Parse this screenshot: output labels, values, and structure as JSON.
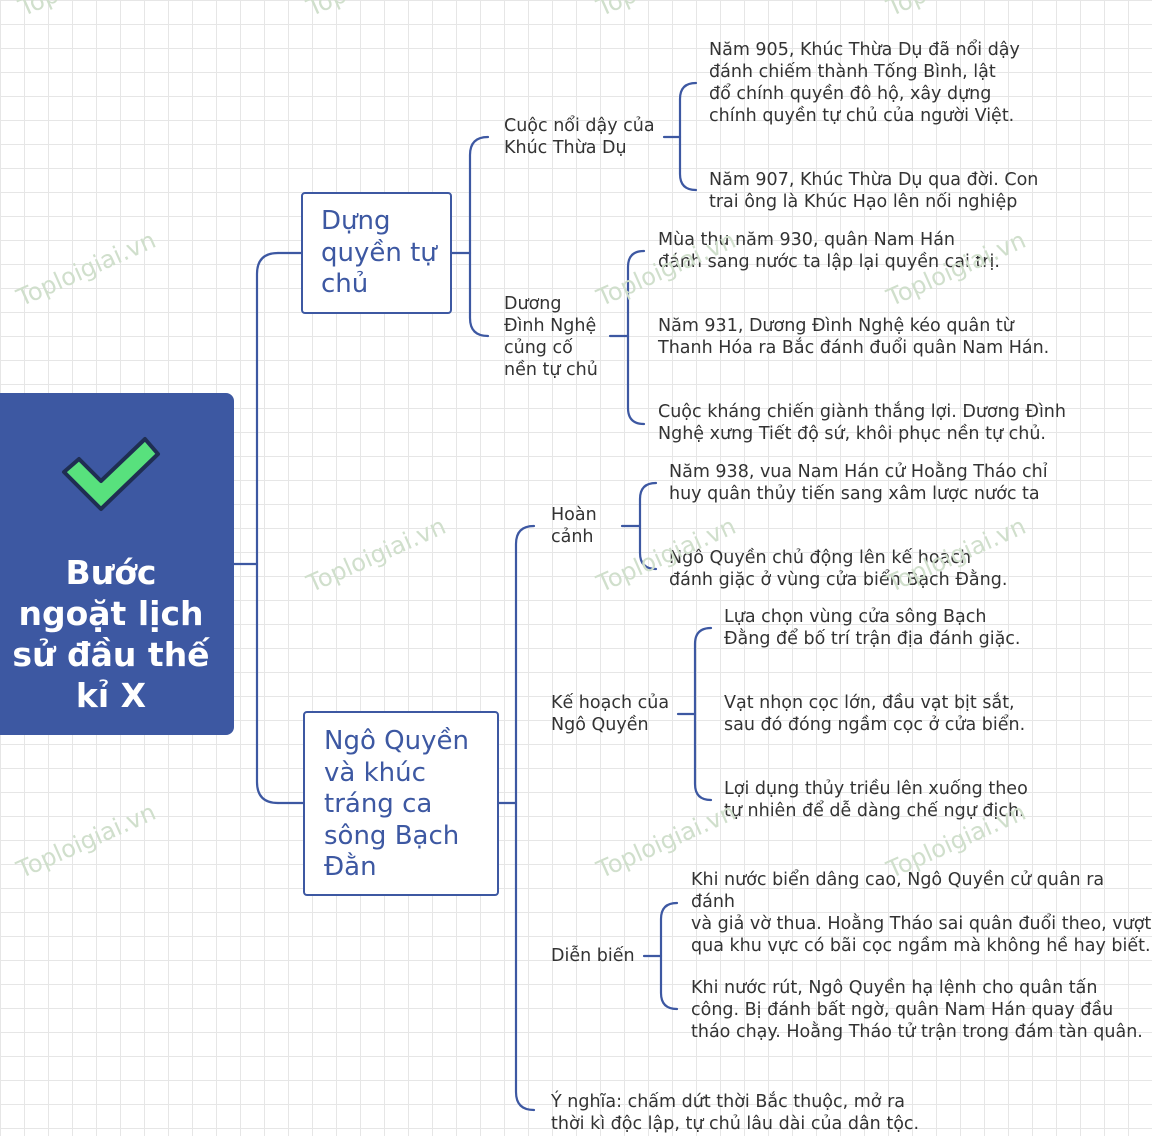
{
  "root": {
    "title": "Bước\nngoặt lịch\nsử đầu thế\nkỉ X",
    "icon": "check-icon"
  },
  "colors": {
    "accent": "#3d58a2",
    "check": "#58e17d",
    "text": "#333333"
  },
  "branches": [
    {
      "title": "Dựng\nquyền tự\nchủ",
      "topics": [
        {
          "label": "Cuộc nổi dậy của\nKhúc Thừa Dụ",
          "details": [
            "Năm 905, Khúc Thừa Dụ đã nổi dậy\nđánh chiếm thành Tống Bình, lật\nđổ chính quyền đô hộ, xây dựng\nchính quyền tự chủ của người Việt.",
            "Năm 907, Khúc Thừa Dụ qua đời. Con\ntrai ông là Khúc Hạo lên nối nghiệp"
          ]
        },
        {
          "label": "Dương\nĐình Nghệ\ncủng cố\nnền tự chủ",
          "details": [
            "Mùa thu năm 930, quân Nam Hán\nđánh sang nước ta lập lại quyền cai trị.",
            "Năm 931, Dương Đình Nghệ kéo quân từ\nThanh Hóa ra Bắc đánh đuổi quân Nam Hán.",
            "Cuộc kháng chiến giành thắng lợi. Dương Đình\nNghệ xưng Tiết độ sứ, khôi phục nền tự chủ."
          ]
        }
      ]
    },
    {
      "title": "Ngô Quyền\nvà khúc\ntráng ca\nsông Bạch\nĐằn",
      "topics": [
        {
          "label": " Hoàn\ncảnh",
          "details": [
            "Năm 938, vua Nam Hán cử Hoằng Tháo chỉ\nhuy quân thủy tiến sang xâm lược nước ta",
            "Ngô Quyền chủ động lên kế hoạch\nđánh giặc ở vùng cửa biển Bạch Đằng."
          ]
        },
        {
          "label": "Kế hoạch của\nNgô Quyền",
          "details": [
            " Lựa chọn vùng cửa sông Bạch\nĐằng để bố trí trận địa đánh giặc.",
            "Vạt nhọn cọc lớn, đầu vạt bịt sắt,\nsau đó đóng ngầm cọc ở cửa biển.",
            "Lợi dụng thủy triều lên xuống theo\ntự nhiên để dễ dàng chế ngự địch."
          ]
        },
        {
          "label": "Diễn biến",
          "details": [
            "Khi nước biển dâng cao, Ngô Quyền cử quân ra đánh\nvà giả vờ thua. Hoằng Tháo sai quân đuổi theo, vượt\nqua khu vực có bãi cọc ngầm mà không hề hay biết.",
            "Khi nước rút, Ngô Quyền hạ lệnh cho quân tấn\ncông. Bị đánh bất ngờ, quân Nam Hán quay đầu\ntháo chạy. Hoằng Tháo tử trận trong đám tàn quân."
          ]
        },
        {
          "label": "Ý nghĩa: chấm dứt thời Bắc thuộc, mở ra\nthời kì độc lập, tự chủ lâu dài của dân tộc.",
          "details": []
        }
      ]
    }
  ],
  "watermark": "Toploigiai.vn"
}
